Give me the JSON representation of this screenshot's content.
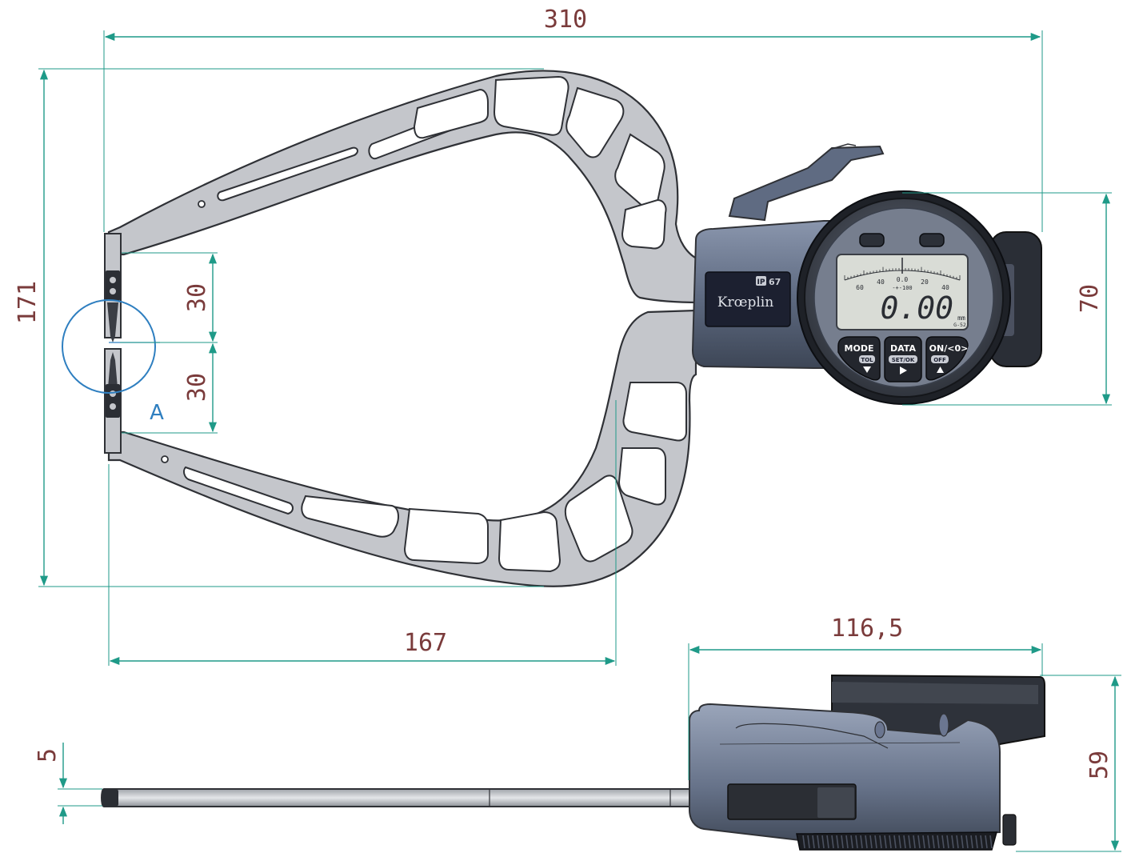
{
  "dimensions": {
    "overall_width": "310",
    "overall_height": "171",
    "upper_jaw": "30",
    "lower_jaw": "30",
    "throat_depth": "167",
    "dial_diameter": "70",
    "side_length": "116,5",
    "side_height": "59",
    "jaw_thickness": "5"
  },
  "detail_label": "A",
  "gauge": {
    "brand": "Krœplin",
    "ip_rating_prefix": "IP",
    "ip_rating_value": "67",
    "display_value": "0.00",
    "display_unit": "mm",
    "display_model": "G-52",
    "scale_labels": [
      "60",
      "40",
      "0.0",
      "20",
      "40"
    ],
    "scale_center_label": "-+-100",
    "buttons": [
      {
        "main": "MODE",
        "sub": "TOL"
      },
      {
        "main": "DATA",
        "sub": "SET/OK"
      },
      {
        "main": "ON/<0>",
        "sub": "OFF"
      }
    ]
  },
  "colors": {
    "frame": "#c4c6cb",
    "housing": "#5f6b82",
    "dimension_line": "#1f9a88",
    "dimension_text": "#7a3b3b",
    "detail_circle": "#2f7fc0",
    "lcd": "#d9dcd6"
  }
}
